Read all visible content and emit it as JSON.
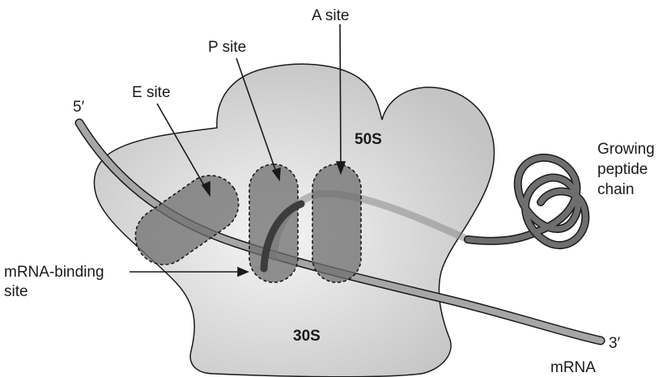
{
  "diagram": {
    "subunits": {
      "large": "50S",
      "small": "30S"
    },
    "sites": {
      "a": "A site",
      "p": "P site",
      "e": "E site",
      "mrna_binding_line1": "mRNA-binding",
      "mrna_binding_line2": "site"
    },
    "mrna": {
      "five_prime": "5′",
      "three_prime": "3′",
      "label": "mRNA"
    },
    "peptide": {
      "line1": "Growing",
      "line2": "peptide",
      "line3": "chain"
    },
    "colors": {
      "ribosome_light": "#f2f2f2",
      "ribosome_mid": "#c9c9c9",
      "site_fill": "#6e6e6e",
      "strand": "#a6a6a6",
      "peptide": "#6e6e6e",
      "outline": "#1a1a1a"
    }
  }
}
